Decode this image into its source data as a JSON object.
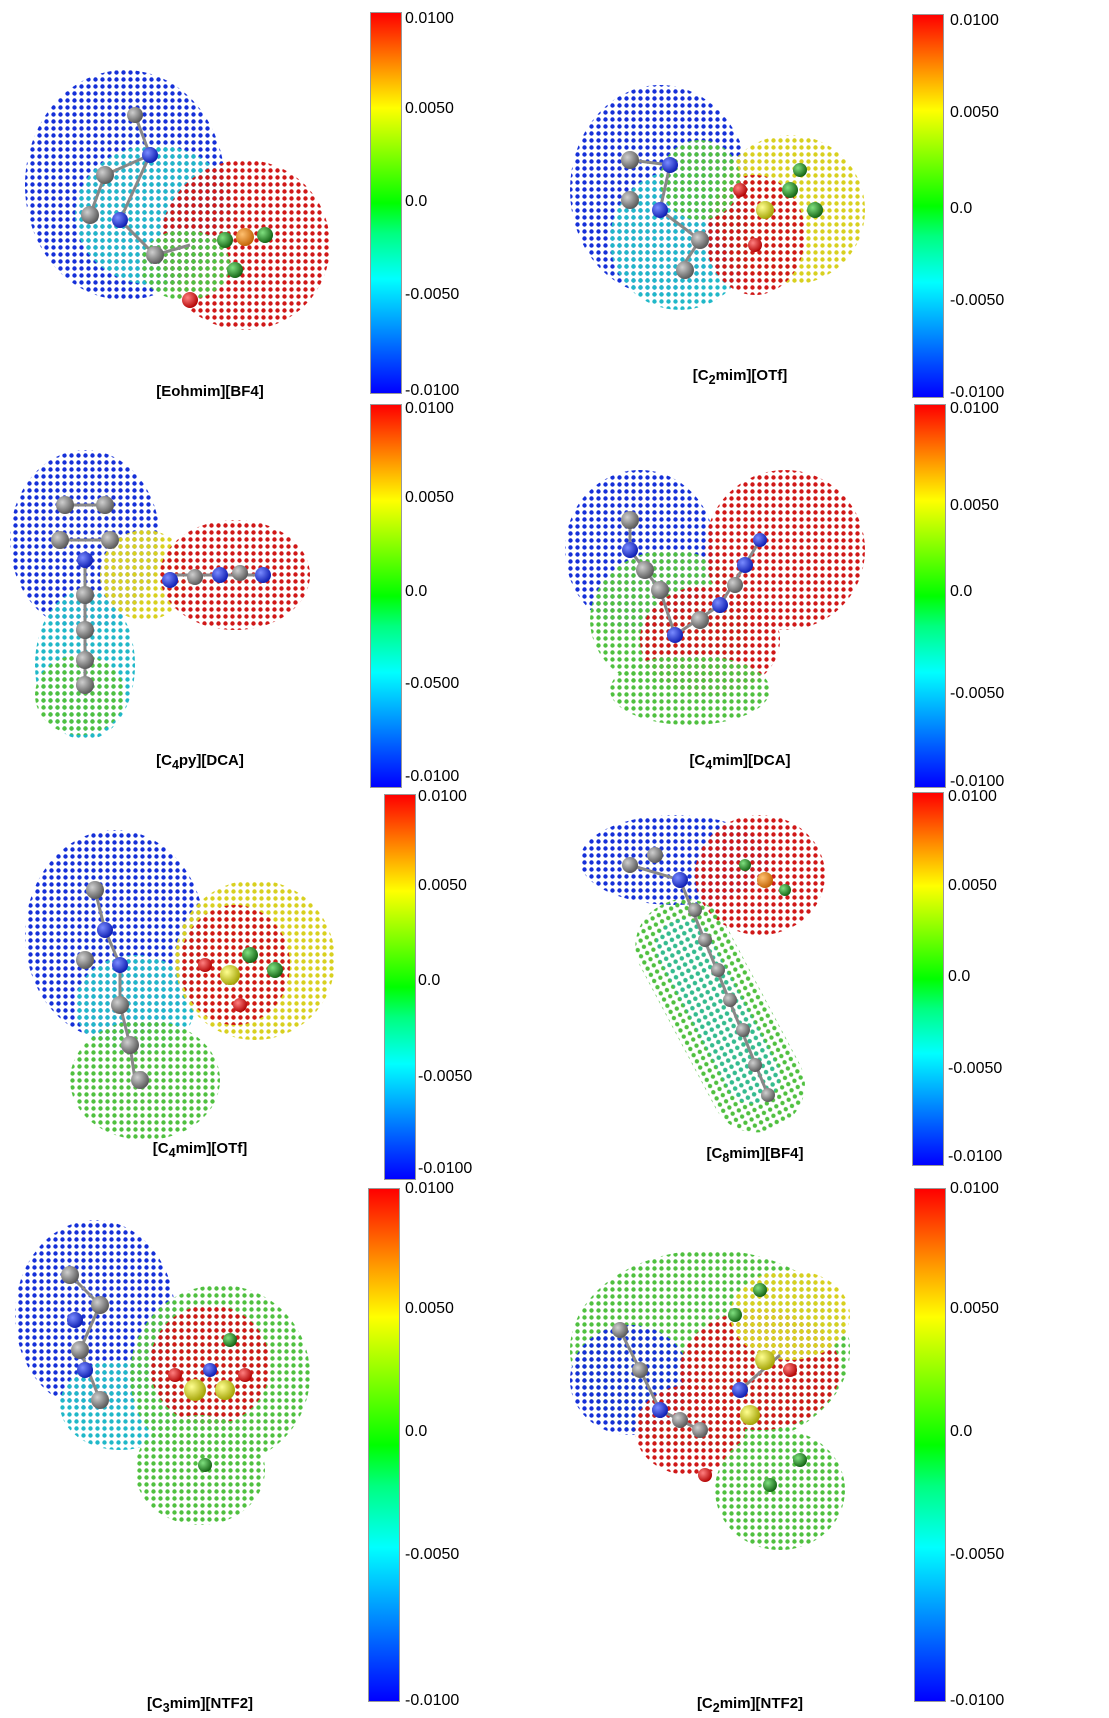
{
  "panels": [
    {
      "label_main": "[Eohmim][BF4]",
      "label_sub": "",
      "label_tail": "",
      "ticks": [
        "0.0100",
        "0.0050",
        "0.0",
        "-0.0050",
        "-0.0100"
      ]
    },
    {
      "label_main": "[C",
      "label_sub": "2",
      "label_tail": "mim][OTf]",
      "ticks": [
        "0.0100",
        "0.0050",
        "0.0",
        "-0.0050",
        "-0.0100"
      ]
    },
    {
      "label_main": "[C",
      "label_sub": "4",
      "label_tail": "py][DCA]",
      "ticks": [
        "0.0100",
        "0.0050",
        "0.0",
        "-0.0500",
        "-0.0100"
      ]
    },
    {
      "label_main": "[C",
      "label_sub": "4",
      "label_tail": "mim][DCA]",
      "ticks": [
        "0.0100",
        "0.0050",
        "0.0",
        "-0.0050",
        "-0.0100"
      ]
    },
    {
      "label_main": "[C",
      "label_sub": "4",
      "label_tail": "mim][OTf]",
      "ticks": [
        "0.0100",
        "0.0050",
        "0.0",
        "-0.0050",
        "-0.0100"
      ]
    },
    {
      "label_main": "[C",
      "label_sub": "8",
      "label_tail": "mim][BF4]",
      "ticks": [
        "0.0100",
        "0.0050",
        "0.0",
        "-0.0050",
        "-0.0100"
      ]
    },
    {
      "label_main": "[C",
      "label_sub": "3",
      "label_tail": "mim][NTF2]",
      "ticks": [
        "0.0100",
        "0.0050",
        "0.0",
        "-0.0050",
        "-0.0100"
      ]
    },
    {
      "label_main": "[C",
      "label_sub": "2",
      "label_tail": "mim][NTF2]",
      "ticks": [
        "0.0100",
        "0.0050",
        "0.0",
        "-0.0050",
        "-0.0100"
      ]
    }
  ],
  "colors": {
    "positive": "#ff0000",
    "neutral": "#00ff00",
    "negative": "#0000ff"
  }
}
